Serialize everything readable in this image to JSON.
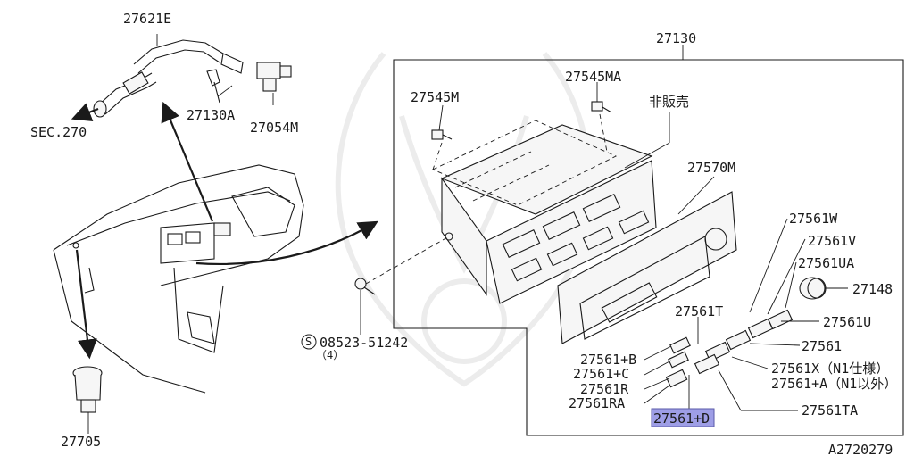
{
  "colors": {
    "highlight": "#9e9ee6",
    "line": "#1a1a1a",
    "watermark": "#ececec"
  },
  "labels": {
    "p27621E": "27621E",
    "p27130A": "27130A",
    "p27054M": "27054M",
    "sec270": "SEC.270",
    "p27705": "27705",
    "p27130": "27130",
    "p27545M": "27545M",
    "p27545MA": "27545MA",
    "not_for_sale": "非販売",
    "p27570M": "27570M",
    "p27561W": "27561W",
    "p27561V": "27561V",
    "p27561UA": "27561UA",
    "p27148": "27148",
    "p27561U": "27561U",
    "p27561": "27561",
    "p27561T": "27561T",
    "p27561B": "27561+B",
    "p27561C": "27561+C",
    "p27561R": "27561R",
    "p27561RA": "27561RA",
    "p27561D": "27561+D",
    "p27561X": "27561X（N1仕様）",
    "p27561A": "27561+A（N1以外）",
    "p27561TA": "27561TA",
    "screw_part": "08523-51242",
    "screw_circle": "S",
    "screw_qty": "（4）",
    "diagram_id": "A2720279"
  }
}
